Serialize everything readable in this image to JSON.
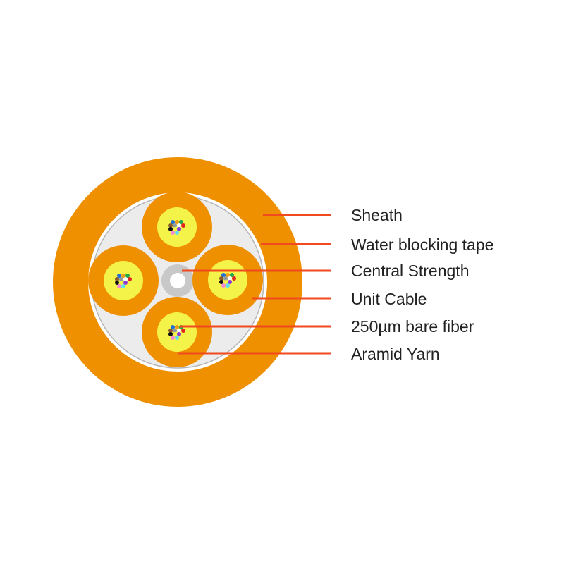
{
  "colors": {
    "sheath": "#ef9000",
    "tape": "#ffffff",
    "tape_outline": "#b5b5b5",
    "filler": "#ececec",
    "central_member": "#c8c8c8",
    "unit_jacket": "#ef9000",
    "aramid_yarn": "#f4f34a",
    "leader_line": "#f04a1e",
    "label_text": "#222222"
  },
  "fiber_colors": [
    "blue",
    "orange",
    "green",
    "brown",
    "slate",
    "white",
    "red",
    "black",
    "yellow",
    "violet",
    "rose",
    "aqua"
  ],
  "fiber_color_hex": [
    "#1e6fd8",
    "#f29a18",
    "#21a84a",
    "#8a5a2b",
    "#8f9aa3",
    "#ffffff",
    "#e52421",
    "#111111",
    "#f4f34a",
    "#8b3cd6",
    "#f58bd0",
    "#5fe0f0"
  ],
  "labels": [
    {
      "key": "sheath",
      "text": "Sheath"
    },
    {
      "key": "water-blocking-tape",
      "text": "Water blocking tape"
    },
    {
      "key": "central-strength",
      "text": "Central Strength"
    },
    {
      "key": "unit-cable",
      "text": "Unit Cable"
    },
    {
      "key": "bare-fiber",
      "text": "250µm bare fiber"
    },
    {
      "key": "aramid-yarn",
      "text": "Aramid Yarn"
    }
  ]
}
